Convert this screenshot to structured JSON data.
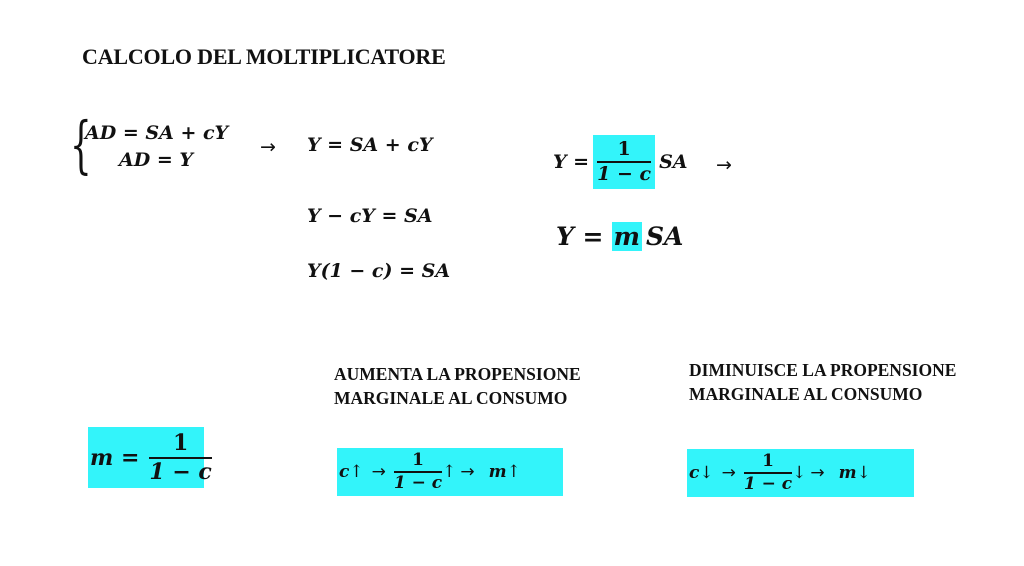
{
  "title": "CALCOLO DEL MOLTIPLICATORE",
  "system": {
    "brace": "{",
    "eq_a": "AD = SA + cY",
    "eq_b": "AD = Y"
  },
  "arrow": "→",
  "derivation": {
    "step1": "Y = SA + cY",
    "step2": "Y − cY = SA",
    "step3": "Y(1 − c) = SA"
  },
  "result": {
    "lhs": "Y =",
    "frac_num": "1",
    "frac_den": "1 − c",
    "rhs": "SA",
    "arrow": "→",
    "short_lhs": "Y =",
    "short_m": "m",
    "short_rhs": "SA"
  },
  "multiplier": {
    "lhs": "m =",
    "num": "1",
    "den": "1 − c"
  },
  "increase": {
    "label_line1": "AUMENTA LA PROPENSIONE",
    "label_line2": "MARGINALE AL CONSUMO",
    "c": "c",
    "dir": "↑",
    "arrow": "→",
    "num": "1",
    "den": "1 − c",
    "m": "m"
  },
  "decrease": {
    "label_line1": "DIMINUISCE LA PROPENSIONE",
    "label_line2": "MARGINALE AL CONSUMO",
    "c": "c",
    "dir": "↓",
    "arrow": "→",
    "num": "1",
    "den": "1 − c",
    "m": "m"
  },
  "colors": {
    "highlight": "#33f4fa",
    "text": "#111111",
    "background": "#ffffff"
  }
}
